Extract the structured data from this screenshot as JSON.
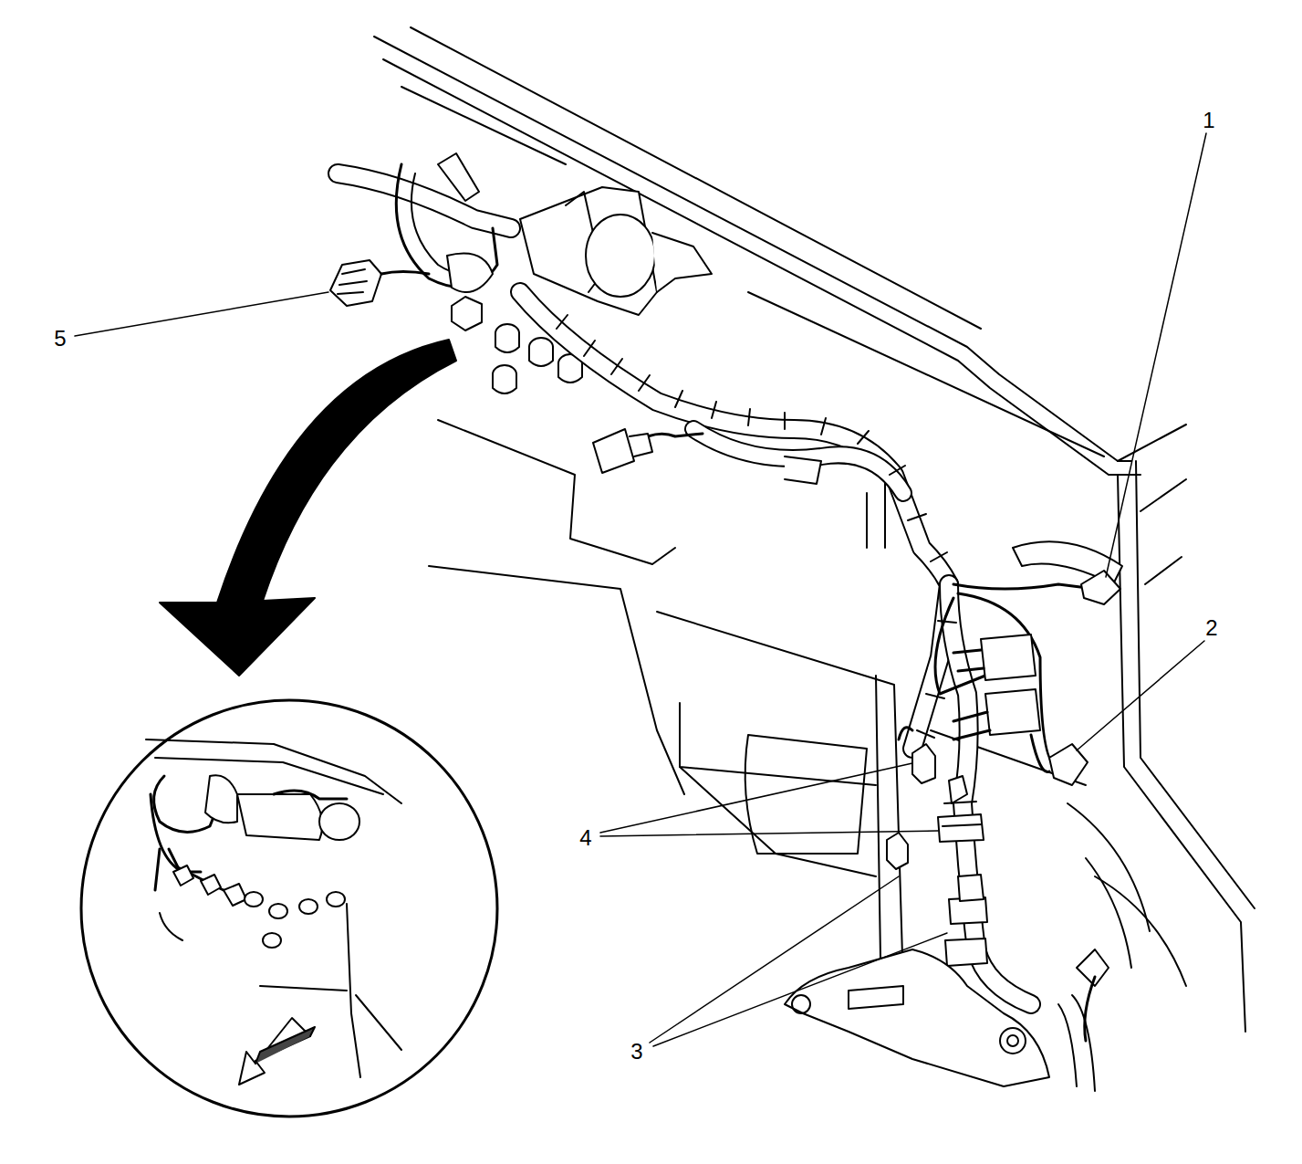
{
  "diagram": {
    "labels": [
      "1",
      "5",
      "2",
      "4",
      "3"
    ]
  }
}
